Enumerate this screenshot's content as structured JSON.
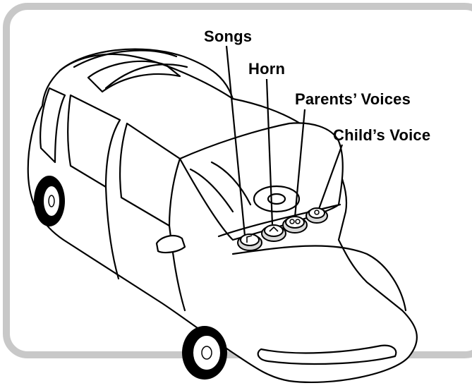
{
  "diagram": {
    "labels": {
      "songs": "Songs",
      "horn": "Horn",
      "parents_voices": "Parents’ Voices",
      "child_voice": "Child’s Voice"
    },
    "colors": {
      "frame_border": "#c8c8c8",
      "outline": "#000000",
      "background": "#ffffff",
      "button_fill": "#d9d9d9"
    },
    "icons": [
      "car-icon",
      "song-button-icon",
      "horn-button-icon",
      "parents-voice-button-icon",
      "child-voice-button-icon"
    ]
  }
}
